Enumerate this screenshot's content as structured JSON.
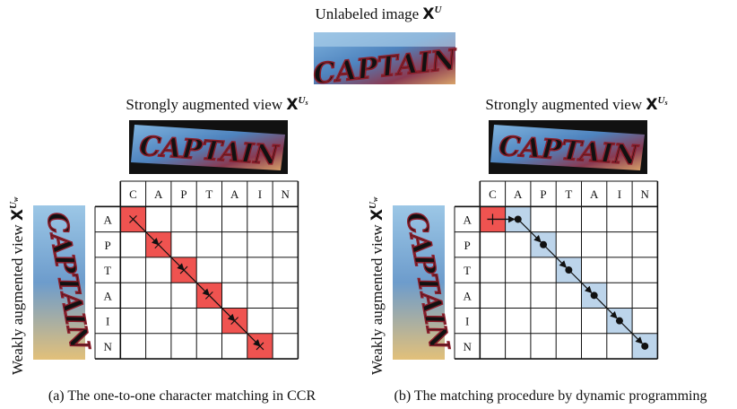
{
  "top": {
    "title_text": "Unlabeled image ",
    "title_symbol": "X",
    "title_sup": "U",
    "image_word": "CAPTAIN"
  },
  "panels": [
    {
      "strong_label_text": "Strongly augmented view ",
      "strong_label_symbol": "X",
      "strong_label_sup": "U",
      "strong_label_sub": "s",
      "weak_label_text": "Weakly augmented view ",
      "weak_label_symbol": "X",
      "weak_label_sup": "U",
      "weak_label_sub": "w",
      "image_word": "CAPTAIN",
      "columns": [
        "C",
        "A",
        "P",
        "T",
        "A",
        "I",
        "N"
      ],
      "rows": [
        "A",
        "P",
        "T",
        "A",
        "I",
        "N"
      ],
      "highlighted_cells": [
        [
          0,
          0
        ],
        [
          1,
          1
        ],
        [
          2,
          2
        ],
        [
          3,
          3
        ],
        [
          4,
          4
        ],
        [
          5,
          5
        ]
      ],
      "path_marker": "cross",
      "caption": "(a) The one-to-one character matching in CCR",
      "colors": {
        "highlight": "#ef5350"
      }
    },
    {
      "strong_label_text": "Strongly augmented view ",
      "strong_label_symbol": "X",
      "strong_label_sup": "U",
      "strong_label_sub": "s",
      "weak_label_text": "Weakly augmented view ",
      "weak_label_symbol": "X",
      "weak_label_sup": "U",
      "weak_label_sub": "w",
      "image_word": "CAPTAIN",
      "columns": [
        "C",
        "A",
        "P",
        "T",
        "A",
        "I",
        "N"
      ],
      "rows": [
        "A",
        "P",
        "T",
        "A",
        "I",
        "N"
      ],
      "start_cell": [
        0,
        0
      ],
      "highlighted_cells": [
        [
          0,
          1
        ],
        [
          1,
          2
        ],
        [
          2,
          3
        ],
        [
          3,
          4
        ],
        [
          4,
          5
        ],
        [
          5,
          6
        ]
      ],
      "path_marker": "dot",
      "caption": "(b)  The matching procedure by dynamic programming",
      "colors": {
        "start": "#ef5350",
        "highlight": "#bcd4ea"
      }
    }
  ]
}
